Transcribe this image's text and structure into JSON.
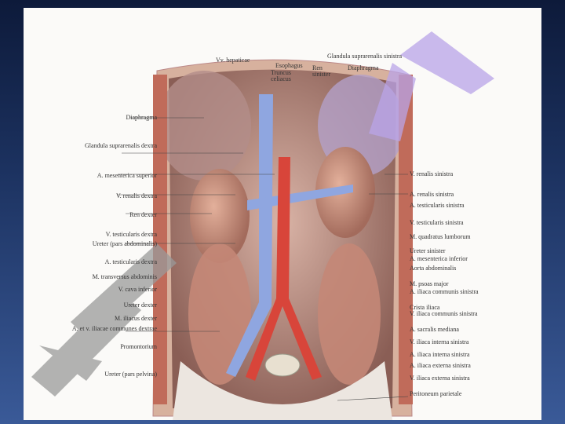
{
  "figure": {
    "top_labels": [
      "Vv. hepaticae",
      "Truncus celiacus",
      "Esophagus",
      "Glandula suprarenalis sinistra",
      "Ren sinister",
      "Diaphragma"
    ],
    "left_labels": [
      "Diaphragma",
      "Glandula suprarenalis dextra",
      "A. mesenterica superior",
      "V. renalis dextra",
      "Ren dexter",
      "V. testicularis dextra",
      "Ureter (pars abdominalis)",
      "A. testicularis dextra",
      "M. transversus abdominis",
      "V. cava inferior",
      "Ureter dexter",
      "M. iliacus dexter",
      "A. et v. iliacae communes dextrae",
      "Promontorium",
      "Ureter (pars pelvina)"
    ],
    "right_labels": [
      "V. renalis sinistra",
      "A. renalis sinistra",
      "A. testicularis sinistra",
      "V. testicularis sinistra",
      "M. quadratus lumborum",
      "Ureter sinister",
      "A. mesenterica inferior",
      "Aorta abdominalis",
      "M. psoas major",
      "A. iliaca communis sinistra",
      "Crista iliaca",
      "V. iliaca communis sinistra",
      "A. sacralis mediana",
      "V. iliaca interna sinistra",
      "A. iliaca interna sinistra",
      "A. iliaca externa sinistra",
      "V. iliaca externa sinistra",
      "Peritoneum parietale"
    ]
  },
  "colors": {
    "vein": "#8fa6e0",
    "artery": "#d8453a",
    "muscle": "#c98f80",
    "watermark_gray": "#9a9a9a",
    "watermark_purple": "#b9a4e8"
  }
}
